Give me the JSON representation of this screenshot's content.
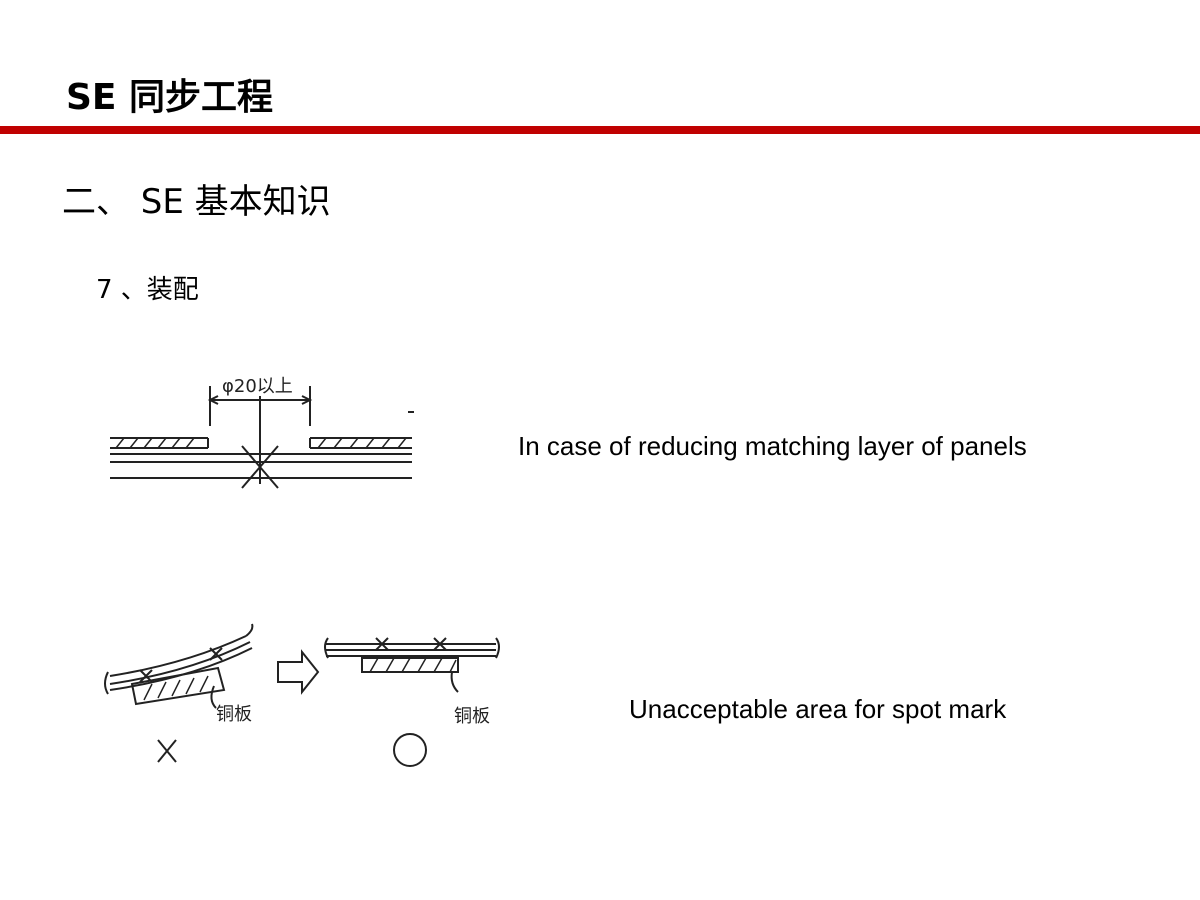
{
  "header": {
    "title": "SE 同步工程",
    "rule_color": "#c00000"
  },
  "section": {
    "heading": "二、 SE 基本知识",
    "subheading": "7 、装配"
  },
  "figures": [
    {
      "annotation": "φ20以上",
      "caption": "In case of reducing matching layer of panels"
    },
    {
      "label_left": "铜板",
      "label_right": "铜板",
      "caption": "Unacceptable area for spot mark"
    }
  ]
}
